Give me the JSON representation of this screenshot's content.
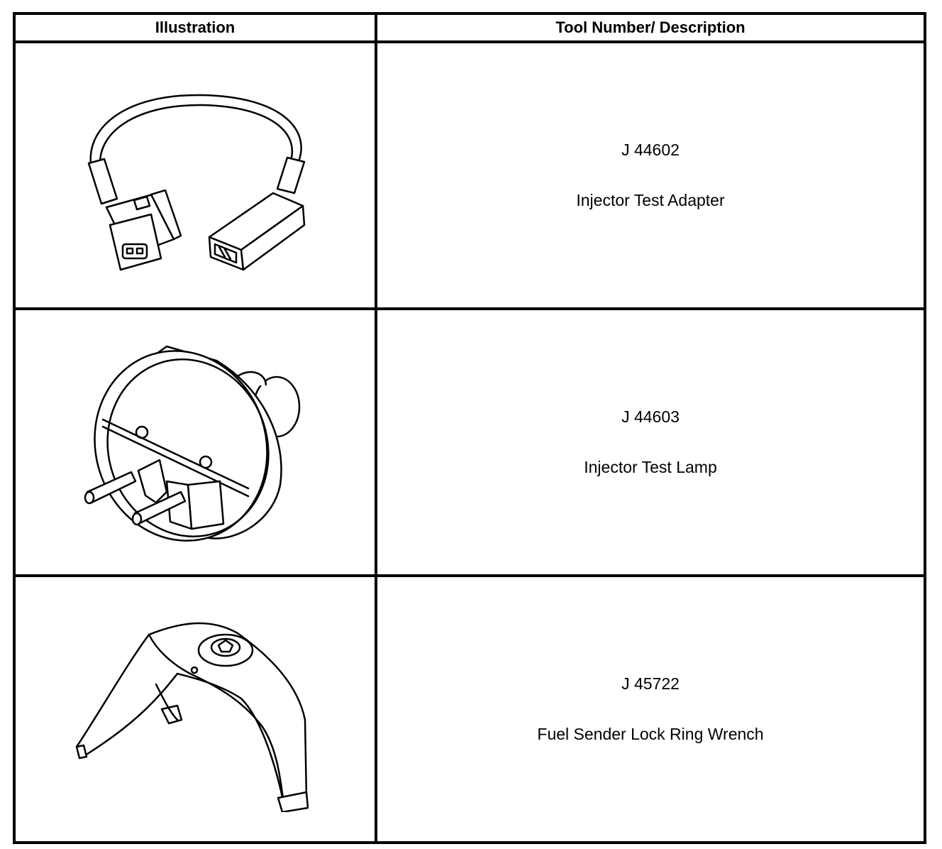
{
  "table": {
    "headers": {
      "illustration": "Illustration",
      "tool": "Tool Number/ Description"
    },
    "rows": [
      {
        "number": "J 44602",
        "description": "Injector Test Adapter",
        "icon": "injector-test-adapter-illustration"
      },
      {
        "number": "J 44603",
        "description": "Injector Test Lamp",
        "icon": "injector-test-lamp-illustration"
      },
      {
        "number": "J 45722",
        "description": "Fuel Sender Lock Ring Wrench",
        "icon": "lock-ring-wrench-illustration"
      }
    ]
  }
}
